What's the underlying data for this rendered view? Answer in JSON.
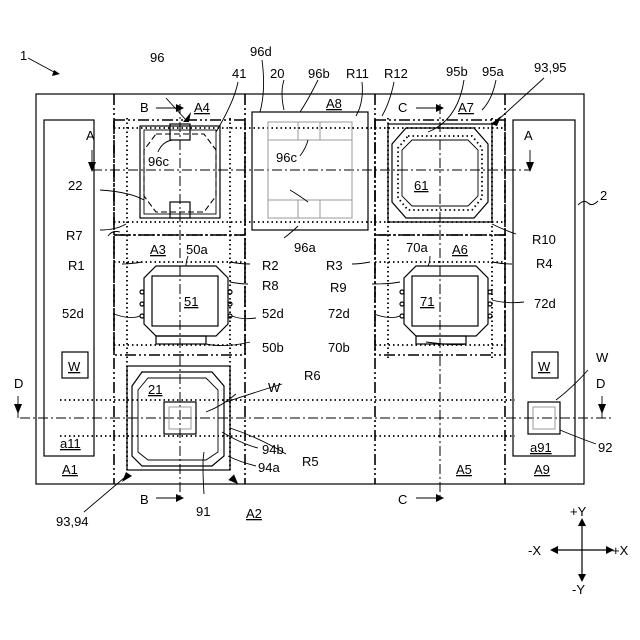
{
  "figure": {
    "device_ref": "1",
    "substrate_ref": "2",
    "regions": {
      "A1": "A1",
      "A2": "A2",
      "A3": "A3",
      "A4": "A4",
      "A5": "A5",
      "A6": "A6",
      "A7": "A7",
      "A8": "A8",
      "A9": "A9",
      "a11": "a11",
      "a91": "a91"
    },
    "elements": {
      "e20": "20",
      "e21": "21",
      "e22": "22",
      "e41": "41",
      "e51": "51",
      "e61": "61",
      "e71": "71",
      "e50a": "50a",
      "e50b": "50b",
      "e70a": "70a",
      "e70b": "70b",
      "e52d_l": "52d",
      "e52d_r": "52d",
      "e72d_l": "72d",
      "e72d_r": "72d",
      "e91": "91",
      "e92": "92",
      "e93_94": "93,94",
      "e93_95": "93,95",
      "e94a": "94a",
      "e94b": "94b",
      "e95a": "95a",
      "e95b": "95b",
      "e96": "96",
      "e96a": "96a",
      "e96b": "96b",
      "e96c_1": "96c",
      "e96c_2": "96c",
      "e96d": "96d",
      "W_left": "W",
      "W_right": "W",
      "W_lbl1": "W",
      "W_lbl2": "W"
    },
    "lines": {
      "R1": "R1",
      "R2": "R2",
      "R3": "R3",
      "R4": "R4",
      "R5": "R5",
      "R6": "R6",
      "R7": "R7",
      "R8": "R8",
      "R9": "R9",
      "R10": "R10",
      "R11": "R11",
      "R12": "R12"
    },
    "sections": {
      "A_left": "A",
      "A_right": "A",
      "B_top": "B",
      "B_bottom": "B",
      "C_top": "C",
      "C_bottom": "C",
      "D_left": "D",
      "D_right": "D"
    },
    "axes": {
      "py": "+Y",
      "my": "-Y",
      "px": "+X",
      "mx": "-X"
    }
  }
}
